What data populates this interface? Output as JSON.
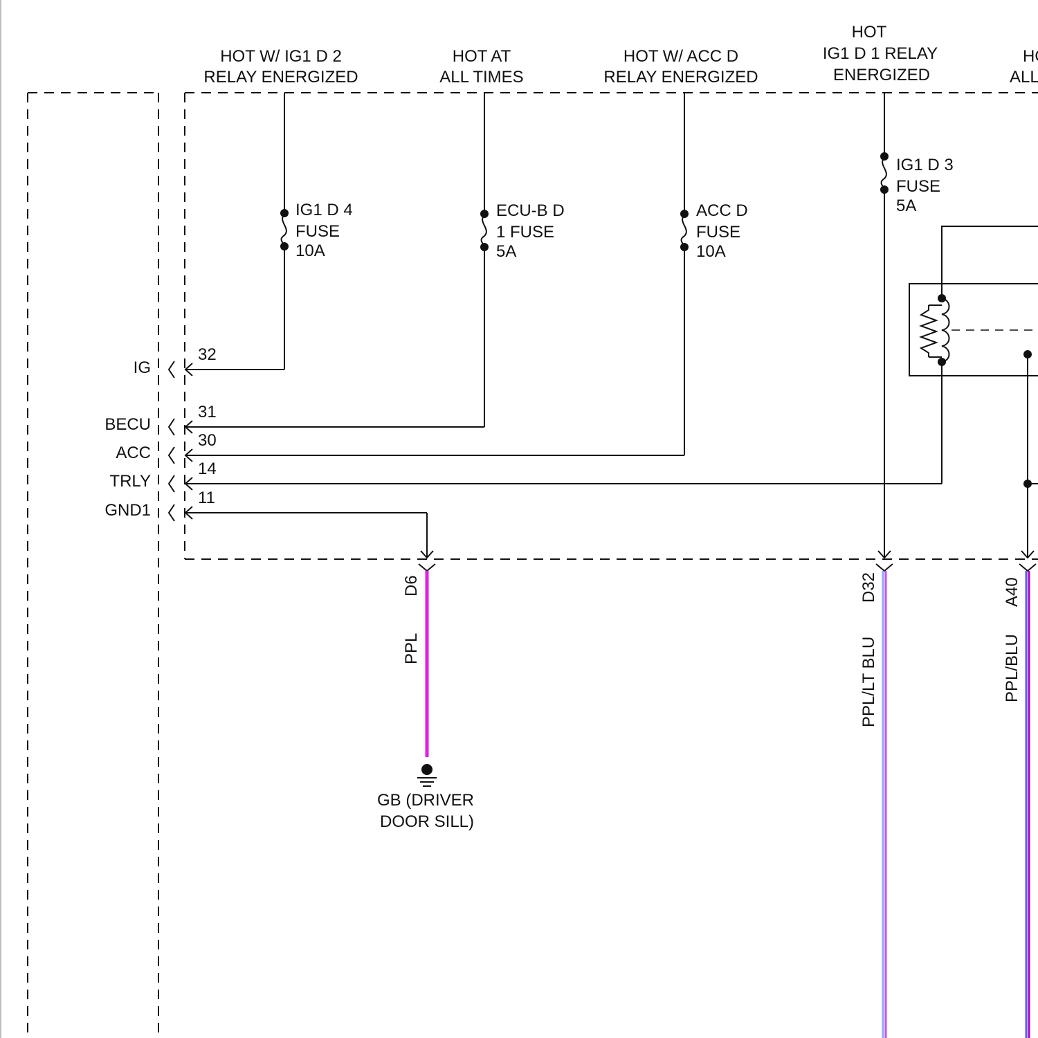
{
  "sources": {
    "ig1d2": [
      "HOT W/ IG1 D 2",
      "RELAY ENERGIZED"
    ],
    "always": [
      "HOT AT",
      "ALL TIMES"
    ],
    "accd": [
      "HOT W/ ACC D",
      "RELAY ENERGIZED"
    ],
    "ig1d1": [
      "HOT",
      "IG1 D 1 RELAY",
      "ENERGIZED"
    ],
    "cut": [
      "HO",
      "ALL"
    ]
  },
  "fuses": {
    "ig1d4": [
      "IG1 D 4",
      "FUSE",
      "10A"
    ],
    "ecub": [
      "ECU-B D",
      "1 FUSE",
      "5A"
    ],
    "accd": [
      "ACC D",
      "FUSE",
      "10A"
    ],
    "ig1d3": [
      "IG1 D 3",
      "FUSE",
      "5A"
    ]
  },
  "terminals": {
    "ig": {
      "name": "IG",
      "pin": "32"
    },
    "becu": {
      "name": "BECU",
      "pin": "31"
    },
    "acc": {
      "name": "ACC",
      "pin": "30"
    },
    "trly": {
      "name": "TRLY",
      "pin": "14"
    },
    "gnd1": {
      "name": "GND1",
      "pin": "11"
    }
  },
  "connectors": {
    "d6": {
      "id": "D6",
      "color_code": "PPL"
    },
    "d32": {
      "id": "D32",
      "color_code": "PPL/LT BLU"
    },
    "a40": {
      "id": "A40",
      "color_code": "PPL/BLU"
    }
  },
  "ground": [
    "GB (DRIVER",
    "DOOR SILL)"
  ],
  "colors": {
    "line": "#111111",
    "wire_purple": "#e01ee0",
    "wire_light_blue": "#8fa8ff",
    "wire_blue": "#5a5aff",
    "wire_purple_dark": "#b000c8"
  }
}
